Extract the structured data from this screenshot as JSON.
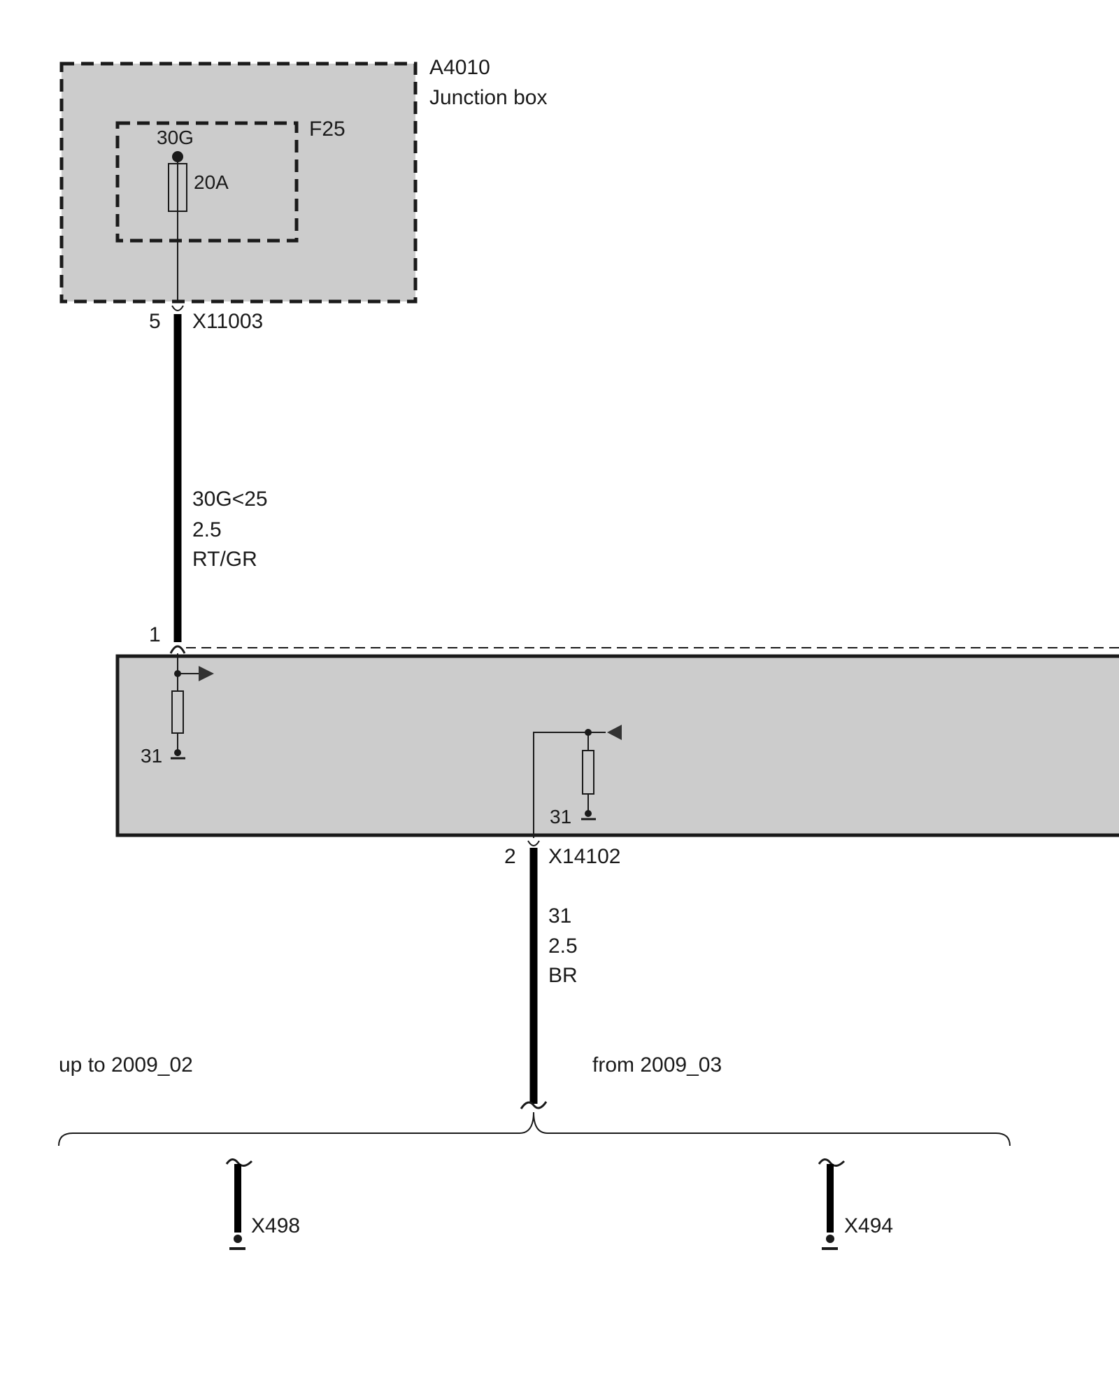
{
  "junction_box": {
    "id": "A4010",
    "name": "Junction box"
  },
  "fuse": {
    "id": "F25",
    "terminal": "30G",
    "rating": "20A"
  },
  "connector_top": {
    "pin": "5",
    "id": "X11003"
  },
  "wire_top": {
    "signal": "30G<25",
    "cross_section": "2.5",
    "color": "RT/GR"
  },
  "module": {
    "input_pin": "1",
    "ground_label_left": "31",
    "ground_label_right": "31"
  },
  "connector_bottom": {
    "pin": "2",
    "id": "X14102"
  },
  "wire_bottom": {
    "signal": "31",
    "cross_section": "2.5",
    "color": "BR"
  },
  "variants": {
    "left": "up to 2009_02",
    "right": "from 2009_03"
  },
  "grounds": {
    "left": "X498",
    "right": "X494"
  }
}
